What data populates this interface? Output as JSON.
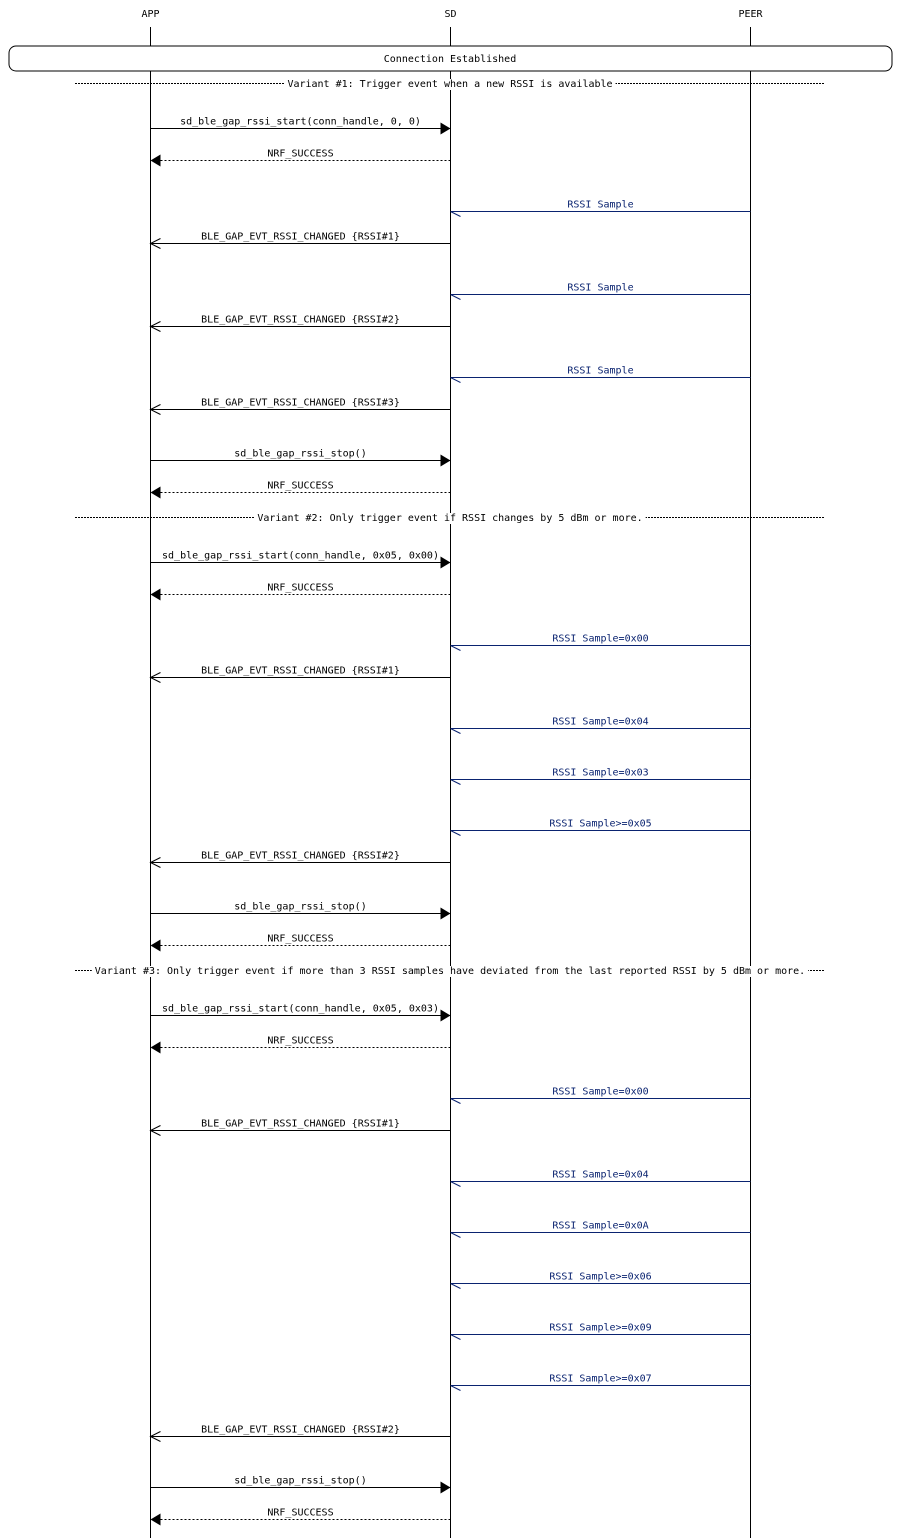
{
  "participants": [
    {
      "id": "app",
      "label": "APP"
    },
    {
      "id": "sd",
      "label": "SD"
    },
    {
      "id": "peer",
      "label": "PEER"
    }
  ],
  "colors": {
    "line": "#000000",
    "peer_message": "#0a2370",
    "text": "#000000",
    "separator": "#000000"
  },
  "banner": {
    "label": "Connection Established"
  },
  "separators": [
    {
      "label": "Variant #1: Trigger event when a new RSSI is available"
    },
    {
      "label": "Variant #2: Only trigger event if RSSI changes by 5 dBm or more."
    },
    {
      "label": "Variant #3: Only trigger event if more than 3 RSSI samples have deviated from the last reported RSSI by 5 dBm or more."
    }
  ],
  "messages": [
    {
      "from": "app",
      "to": "sd",
      "label": "sd_ble_gap_rssi_start(conn_handle, 0, 0)",
      "style": "call"
    },
    {
      "from": "sd",
      "to": "app",
      "label": "NRF_SUCCESS",
      "style": "return"
    },
    {
      "from": "peer",
      "to": "sd",
      "label": "RSSI Sample",
      "style": "peer"
    },
    {
      "from": "sd",
      "to": "app",
      "label": "BLE_GAP_EVT_RSSI_CHANGED {RSSI#1}",
      "style": "event"
    },
    {
      "from": "peer",
      "to": "sd",
      "label": "RSSI Sample",
      "style": "peer"
    },
    {
      "from": "sd",
      "to": "app",
      "label": "BLE_GAP_EVT_RSSI_CHANGED {RSSI#2}",
      "style": "event"
    },
    {
      "from": "peer",
      "to": "sd",
      "label": "RSSI Sample",
      "style": "peer"
    },
    {
      "from": "sd",
      "to": "app",
      "label": "BLE_GAP_EVT_RSSI_CHANGED {RSSI#3}",
      "style": "event"
    },
    {
      "from": "app",
      "to": "sd",
      "label": "sd_ble_gap_rssi_stop()",
      "style": "call"
    },
    {
      "from": "sd",
      "to": "app",
      "label": "NRF_SUCCESS",
      "style": "return"
    },
    {
      "from": "app",
      "to": "sd",
      "label": "sd_ble_gap_rssi_start(conn_handle, 0x05, 0x00)",
      "style": "call"
    },
    {
      "from": "sd",
      "to": "app",
      "label": "NRF_SUCCESS",
      "style": "return"
    },
    {
      "from": "peer",
      "to": "sd",
      "label": "RSSI Sample=0x00",
      "style": "peer"
    },
    {
      "from": "sd",
      "to": "app",
      "label": "BLE_GAP_EVT_RSSI_CHANGED {RSSI#1}",
      "style": "event"
    },
    {
      "from": "peer",
      "to": "sd",
      "label": "RSSI Sample=0x04",
      "style": "peer"
    },
    {
      "from": "peer",
      "to": "sd",
      "label": "RSSI Sample=0x03",
      "style": "peer"
    },
    {
      "from": "peer",
      "to": "sd",
      "label": "RSSI Sample>=0x05",
      "style": "peer"
    },
    {
      "from": "sd",
      "to": "app",
      "label": "BLE_GAP_EVT_RSSI_CHANGED {RSSI#2}",
      "style": "event"
    },
    {
      "from": "app",
      "to": "sd",
      "label": "sd_ble_gap_rssi_stop()",
      "style": "call"
    },
    {
      "from": "sd",
      "to": "app",
      "label": "NRF_SUCCESS",
      "style": "return"
    },
    {
      "from": "app",
      "to": "sd",
      "label": "sd_ble_gap_rssi_start(conn_handle, 0x05, 0x03)",
      "style": "call"
    },
    {
      "from": "sd",
      "to": "app",
      "label": "NRF_SUCCESS",
      "style": "return"
    },
    {
      "from": "peer",
      "to": "sd",
      "label": "RSSI Sample=0x00",
      "style": "peer"
    },
    {
      "from": "sd",
      "to": "app",
      "label": "BLE_GAP_EVT_RSSI_CHANGED {RSSI#1}",
      "style": "event"
    },
    {
      "from": "peer",
      "to": "sd",
      "label": "RSSI Sample=0x04",
      "style": "peer"
    },
    {
      "from": "peer",
      "to": "sd",
      "label": "RSSI Sample=0x0A",
      "style": "peer"
    },
    {
      "from": "peer",
      "to": "sd",
      "label": "RSSI Sample>=0x06",
      "style": "peer"
    },
    {
      "from": "peer",
      "to": "sd",
      "label": "RSSI Sample>=0x09",
      "style": "peer"
    },
    {
      "from": "peer",
      "to": "sd",
      "label": "RSSI Sample>=0x07",
      "style": "peer"
    },
    {
      "from": "sd",
      "to": "app",
      "label": "BLE_GAP_EVT_RSSI_CHANGED {RSSI#2}",
      "style": "event"
    },
    {
      "from": "app",
      "to": "sd",
      "label": "sd_ble_gap_rssi_stop()",
      "style": "call"
    },
    {
      "from": "sd",
      "to": "app",
      "label": "NRF_SUCCESS",
      "style": "return"
    }
  ]
}
